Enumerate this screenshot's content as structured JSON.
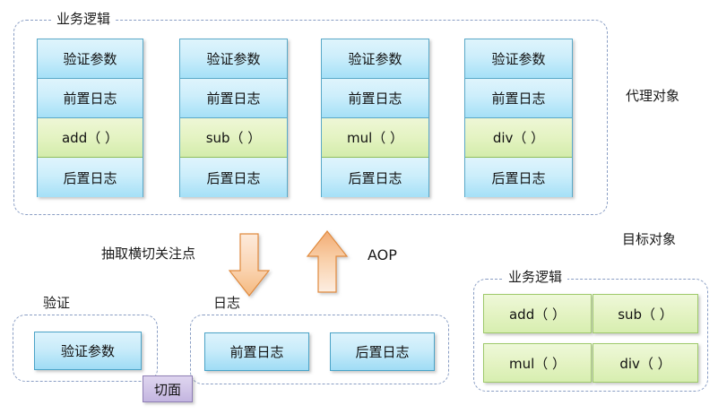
{
  "diagram": {
    "title_note": "Spring AOP proxy / target object diagram",
    "colors": {
      "blue_fill": "#c9ecfa",
      "blue_border": "#4ba3c7",
      "green_fill": "#e4f3c3",
      "green_border": "#9ec96a",
      "purple_fill": "#d2c6e8",
      "purple_border": "#8f7fb5",
      "arrow_fill": "#f6c396",
      "arrow_border": "#e08a3c",
      "dashed_border": "#8a9ec4"
    }
  },
  "proxy_section": {
    "group_label": "业务逻辑",
    "side_label": "代理对象",
    "stacks": [
      {
        "method": "add（ ）",
        "cells": [
          {
            "text": "验证参数",
            "kind": "blue"
          },
          {
            "text": "前置日志",
            "kind": "blue"
          },
          {
            "text": "add（ ）",
            "kind": "green"
          },
          {
            "text": "后置日志",
            "kind": "blue"
          }
        ]
      },
      {
        "method": "sub（ ）",
        "cells": [
          {
            "text": "验证参数",
            "kind": "blue"
          },
          {
            "text": "前置日志",
            "kind": "blue"
          },
          {
            "text": "sub（ ）",
            "kind": "green"
          },
          {
            "text": "后置日志",
            "kind": "blue"
          }
        ]
      },
      {
        "method": "mul（ ）",
        "cells": [
          {
            "text": "验证参数",
            "kind": "blue"
          },
          {
            "text": "前置日志",
            "kind": "blue"
          },
          {
            "text": "mul（ ）",
            "kind": "green"
          },
          {
            "text": "后置日志",
            "kind": "blue"
          }
        ]
      },
      {
        "method": "div（ ）",
        "cells": [
          {
            "text": "验证参数",
            "kind": "blue"
          },
          {
            "text": "前置日志",
            "kind": "blue"
          },
          {
            "text": "div（ ）",
            "kind": "green"
          },
          {
            "text": "后置日志",
            "kind": "blue"
          }
        ]
      }
    ]
  },
  "middle": {
    "extract_label": "抽取横切关注点",
    "aop_label": "AOP",
    "down_arrow_name": "down-arrow",
    "up_arrow_name": "up-arrow"
  },
  "aspect_section": {
    "badge_label": "切面",
    "validation_group": {
      "label": "验证",
      "items": [
        "验证参数"
      ]
    },
    "log_group": {
      "label": "日志",
      "items": [
        "前置日志",
        "后置日志"
      ]
    }
  },
  "target_section": {
    "side_label": "目标对象",
    "group_label": "业务逻辑",
    "methods": [
      "add（ ）",
      "sub（ ）",
      "mul（ ）",
      "div（ ）"
    ]
  }
}
